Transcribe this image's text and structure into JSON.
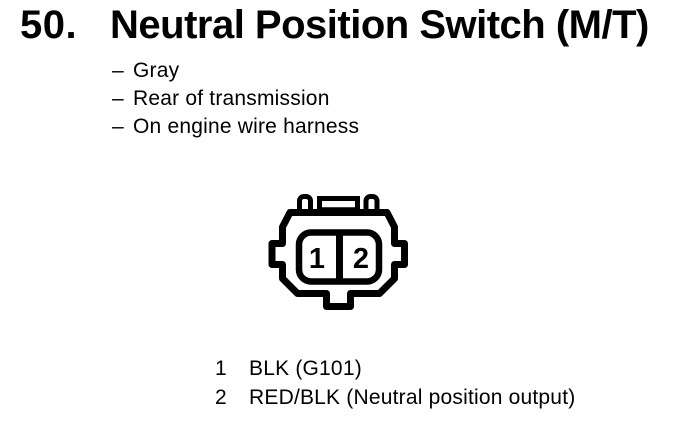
{
  "page": {
    "item_number": "50.",
    "title": "Neutral Position Switch (M/T)",
    "dash": "–",
    "bullets": [
      "Gray",
      "Rear of transmission",
      "On engine wire harness"
    ],
    "connector": {
      "description": "2-cavity connector, face view",
      "pins": {
        "pin1": "1",
        "pin2": "2"
      }
    },
    "legend": [
      {
        "pin": "1",
        "label": "BLK (G101)"
      },
      {
        "pin": "2",
        "label": "RED/BLK (Neutral position output)"
      }
    ],
    "colors": {
      "ink": "#000000",
      "paper": "#ffffff"
    }
  }
}
